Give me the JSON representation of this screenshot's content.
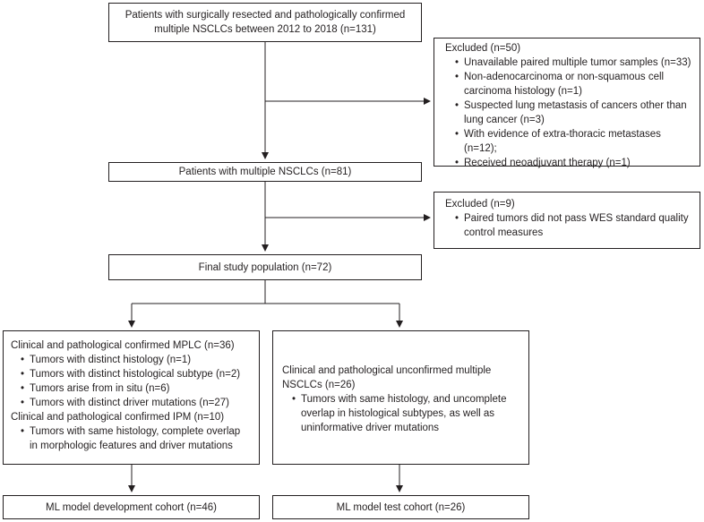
{
  "boxes": {
    "initial": {
      "line1": "Patients with surgically resected and pathologically confirmed",
      "line2": "multiple NSCLCs between 2012 to 2018 (n=131)"
    },
    "excluded1": {
      "title": "Excluded (n=50)",
      "items": [
        [
          "Unavailable paired multiple tumor samples (n=33)"
        ],
        [
          "Non-adenocarcinoma or non-squamous cell",
          "carcinoma histology (n=1)"
        ],
        [
          "Suspected lung metastasis of cancers other than",
          "lung cancer (n=3)"
        ],
        [
          "With evidence of extra-thoracic metastases (n=12);"
        ],
        [
          "Received neoadjuvant therapy (n=1)"
        ]
      ]
    },
    "multiple": {
      "text": "Patients with multiple NSCLCs (n=81)"
    },
    "excluded2": {
      "title": "Excluded (n=9)",
      "items": [
        [
          "Paired tumors did not pass WES standard quality",
          "control measures"
        ]
      ]
    },
    "final": {
      "text": "Final study population (n=72)"
    },
    "confirmed": {
      "mplc_title": "Clinical and pathological confirmed MPLC (n=36)",
      "mplc_items": [
        "Tumors with distinct histology (n=1)",
        "Tumors with distinct histological subtype (n=2)",
        "Tumors arise from in situ (n=6)",
        "Tumors with distinct driver mutations (n=27)"
      ],
      "ipm_title": "Clinical and pathological confirmed IPM (n=10)",
      "ipm_item": [
        "Tumors with same histology, complete overlap",
        "in morphologic features and driver mutations"
      ]
    },
    "unconfirmed": {
      "title": [
        "Clinical and pathological unconfirmed multiple",
        "NSCLCs (n=26)"
      ],
      "item": [
        "Tumors with same histology, and uncomplete",
        "overlap in histological subtypes, as well as",
        "uninformative driver mutations"
      ]
    },
    "dev": {
      "text": "ML model development cohort (n=46)"
    },
    "test": {
      "text": "ML model test cohort (n=26)"
    }
  }
}
